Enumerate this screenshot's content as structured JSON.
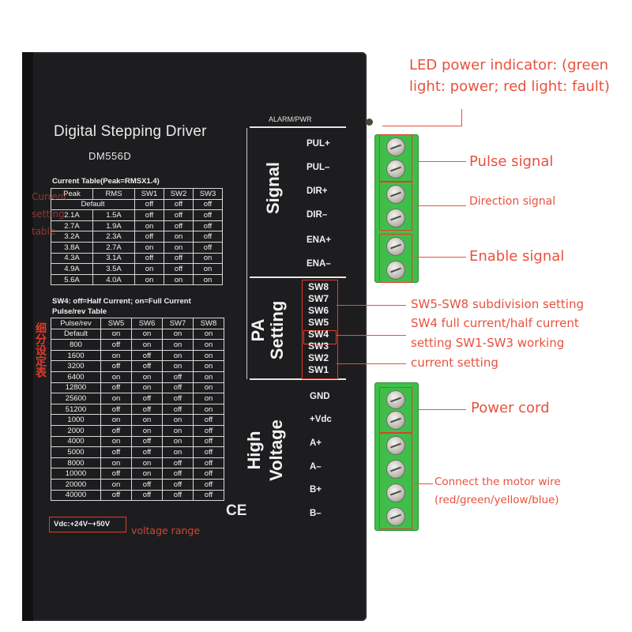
{
  "device": {
    "title": "Digital Stepping Driver",
    "model": "DM556D",
    "alarm_label": "ALARM/PWR",
    "ce_mark": "CE"
  },
  "current_table": {
    "caption": "Current Table(Peak=RMSX1.4)",
    "headers": [
      "Peak",
      "RMS",
      "SW1",
      "SW2",
      "SW3"
    ],
    "default_label": "Default",
    "rows": [
      [
        "2.1A",
        "1.5A",
        "off",
        "off",
        "off"
      ],
      [
        "2.7A",
        "1.9A",
        "on",
        "off",
        "off"
      ],
      [
        "3.2A",
        "2.3A",
        "off",
        "on",
        "off"
      ],
      [
        "3.8A",
        "2.7A",
        "on",
        "on",
        "off"
      ],
      [
        "4.3A",
        "3.1A",
        "off",
        "off",
        "on"
      ],
      [
        "4.9A",
        "3.5A",
        "on",
        "off",
        "on"
      ],
      [
        "5.6A",
        "4.0A",
        "on",
        "on",
        "on"
      ]
    ],
    "sw4_note": "SW4: off=Half Current; on=Full Current"
  },
  "pulse_table": {
    "caption": "Pulse/rev Table",
    "headers": [
      "Pulse/rev",
      "SW5",
      "SW6",
      "SW7",
      "SW8"
    ],
    "rows": [
      [
        "Default",
        "on",
        "on",
        "on",
        "on"
      ],
      [
        "800",
        "off",
        "on",
        "on",
        "on"
      ],
      [
        "1600",
        "on",
        "off",
        "on",
        "on"
      ],
      [
        "3200",
        "off",
        "off",
        "on",
        "on"
      ],
      [
        "6400",
        "on",
        "on",
        "off",
        "on"
      ],
      [
        "12800",
        "off",
        "on",
        "off",
        "on"
      ],
      [
        "25600",
        "on",
        "off",
        "off",
        "on"
      ],
      [
        "51200",
        "off",
        "off",
        "off",
        "on"
      ],
      [
        "1000",
        "on",
        "on",
        "on",
        "off"
      ],
      [
        "2000",
        "off",
        "on",
        "on",
        "off"
      ],
      [
        "4000",
        "on",
        "off",
        "on",
        "off"
      ],
      [
        "5000",
        "off",
        "off",
        "on",
        "off"
      ],
      [
        "8000",
        "on",
        "on",
        "off",
        "off"
      ],
      [
        "10000",
        "off",
        "on",
        "off",
        "off"
      ],
      [
        "20000",
        "on",
        "off",
        "off",
        "off"
      ],
      [
        "40000",
        "off",
        "off",
        "off",
        "off"
      ]
    ],
    "voltage": "Vdc:+24V~+50V"
  },
  "sections": {
    "signal": "Signal",
    "pa_setting_1": "PA",
    "pa_setting_2": "Setting",
    "high_voltage_1": "High",
    "high_voltage_2": "Voltage"
  },
  "signal_pins": [
    "PUL+",
    "PUL–",
    "DIR+",
    "DIR–",
    "ENA+",
    "ENA–"
  ],
  "switches": [
    "SW8",
    "SW7",
    "SW6",
    "SW5",
    "SW4",
    "SW3",
    "SW2",
    "SW1"
  ],
  "power_pins": [
    "GND",
    "+Vdc",
    "A+",
    "A–",
    "B+",
    "B–"
  ],
  "callouts": {
    "led_1": "LED power indicator: (green",
    "led_2": "light: power; red light: fault)",
    "pulse": "Pulse signal",
    "direction": "Direction signal",
    "enable": "Enable signal",
    "sw_1": "SW5-SW8 subdivision setting",
    "sw_2": "SW4 full current/half current",
    "sw_3": "setting SW1-SW3 working",
    "sw_4": "current setting",
    "power": "Power cord",
    "motor_1": "Connect the motor wire",
    "motor_2": "(red/green/yellow/blue)",
    "voltage_range": "voltage range",
    "current_setting_table": "Current setting table",
    "subdivision_table_cn": "细分设定表"
  },
  "colors": {
    "callout": "#e8513d",
    "terminal": "#3fbf4a",
    "panel": "#1d1d1f"
  }
}
